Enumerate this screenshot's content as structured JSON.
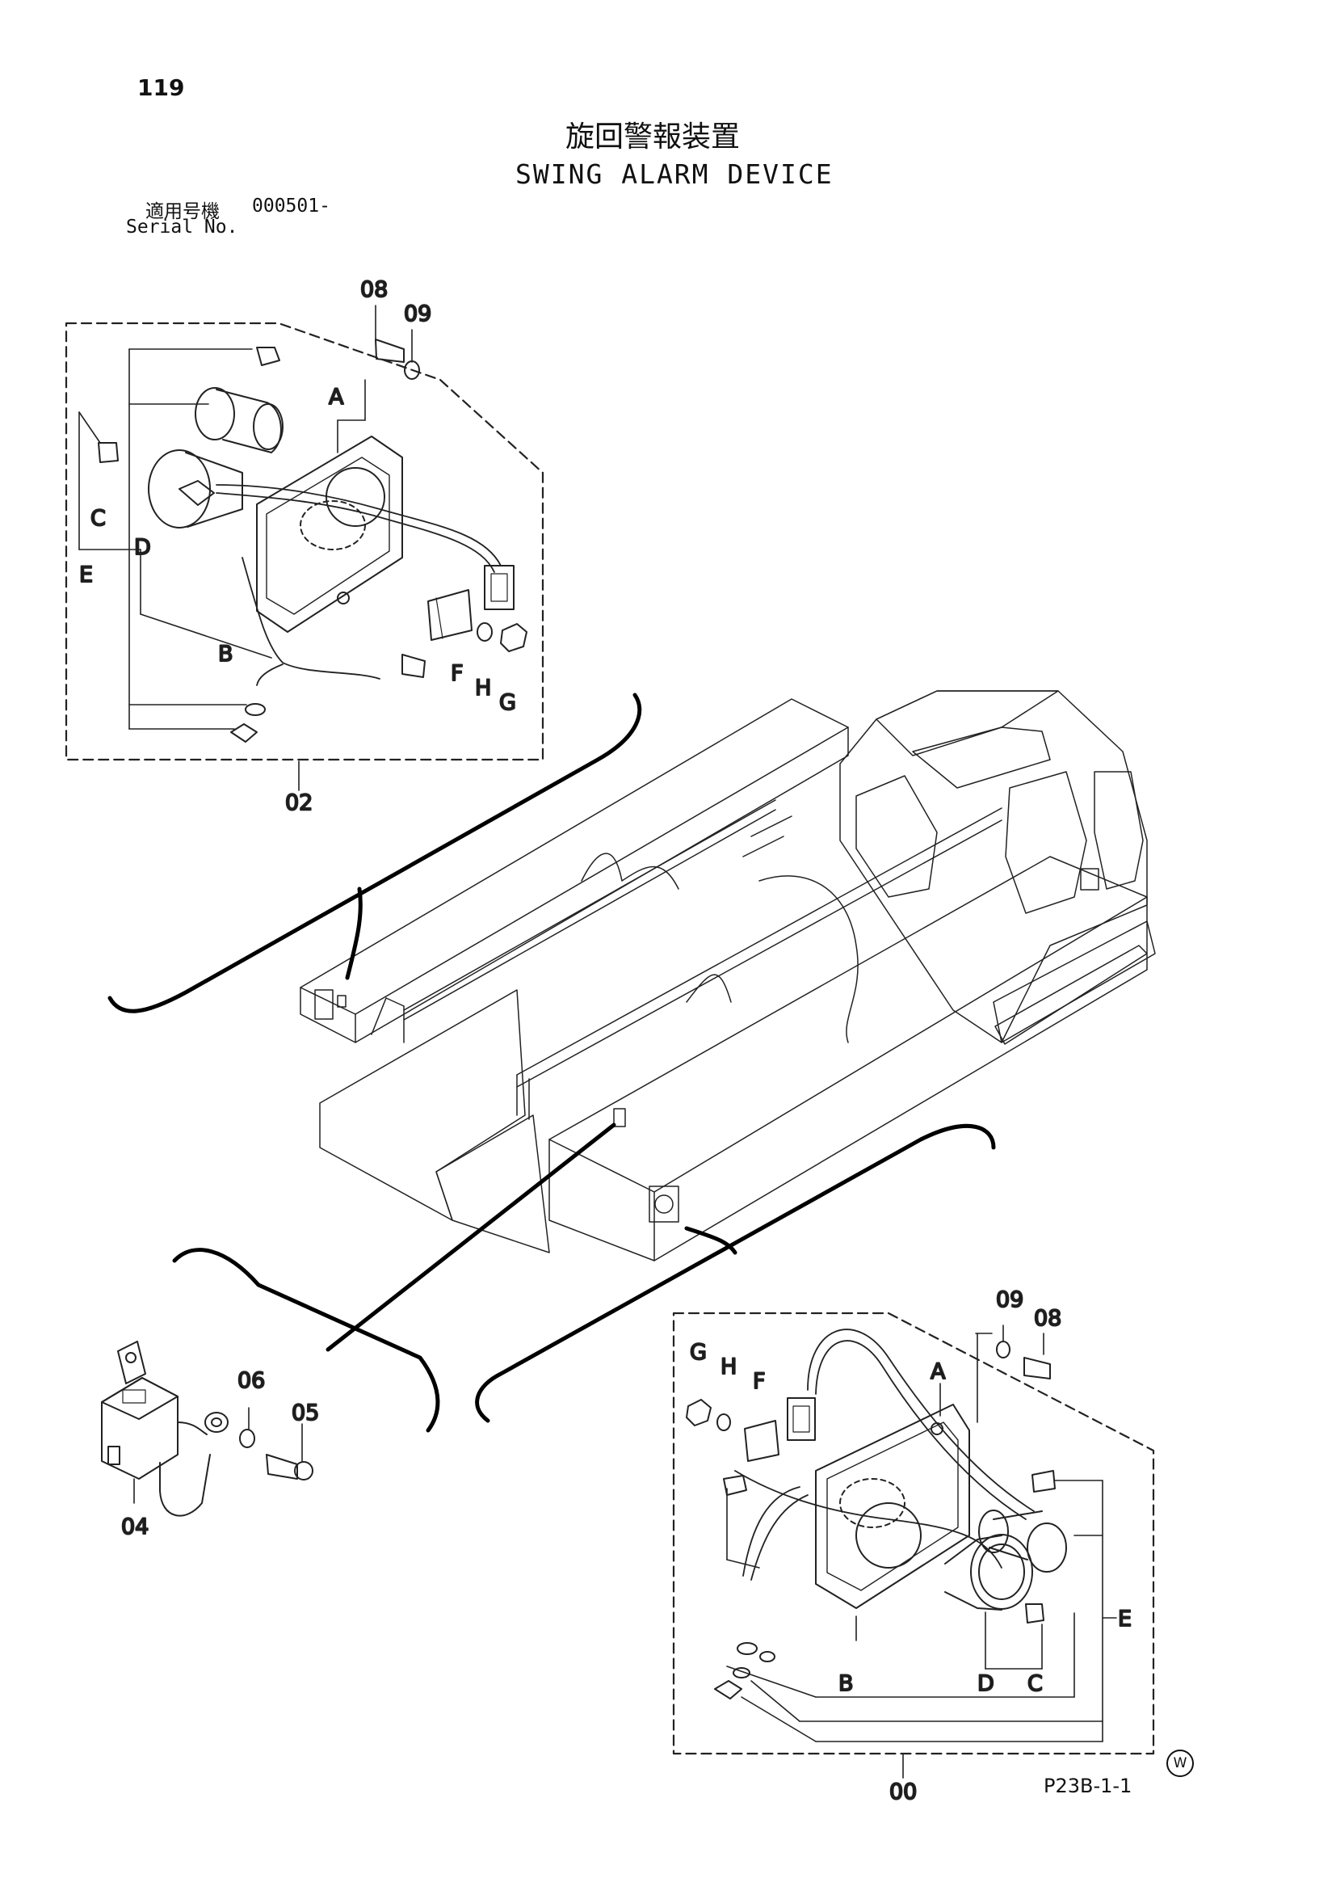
{
  "header": {
    "page_number": "119",
    "title_jp": "旋回警報装置",
    "title_en": "SWING ALARM DEVICE",
    "serial_label_jp": "適用号機",
    "serial_value": "000501-",
    "serial_label_en": "Serial No."
  },
  "footer": {
    "mark": "W",
    "page_code": "P23B-1-1"
  },
  "callouts": {
    "upper_assembly": {
      "ref": "02",
      "bolt": "08",
      "washer": "09",
      "letters": [
        "A",
        "B",
        "C",
        "D",
        "E",
        "F",
        "H",
        "G"
      ]
    },
    "lower_assembly": {
      "ref": "00",
      "bolt": "08",
      "washer": "09",
      "letters": [
        "G",
        "H",
        "F",
        "A",
        "B",
        "D",
        "C",
        "E"
      ]
    },
    "buzzer": {
      "ref": "04",
      "washer": "06",
      "bolt": "05"
    }
  }
}
